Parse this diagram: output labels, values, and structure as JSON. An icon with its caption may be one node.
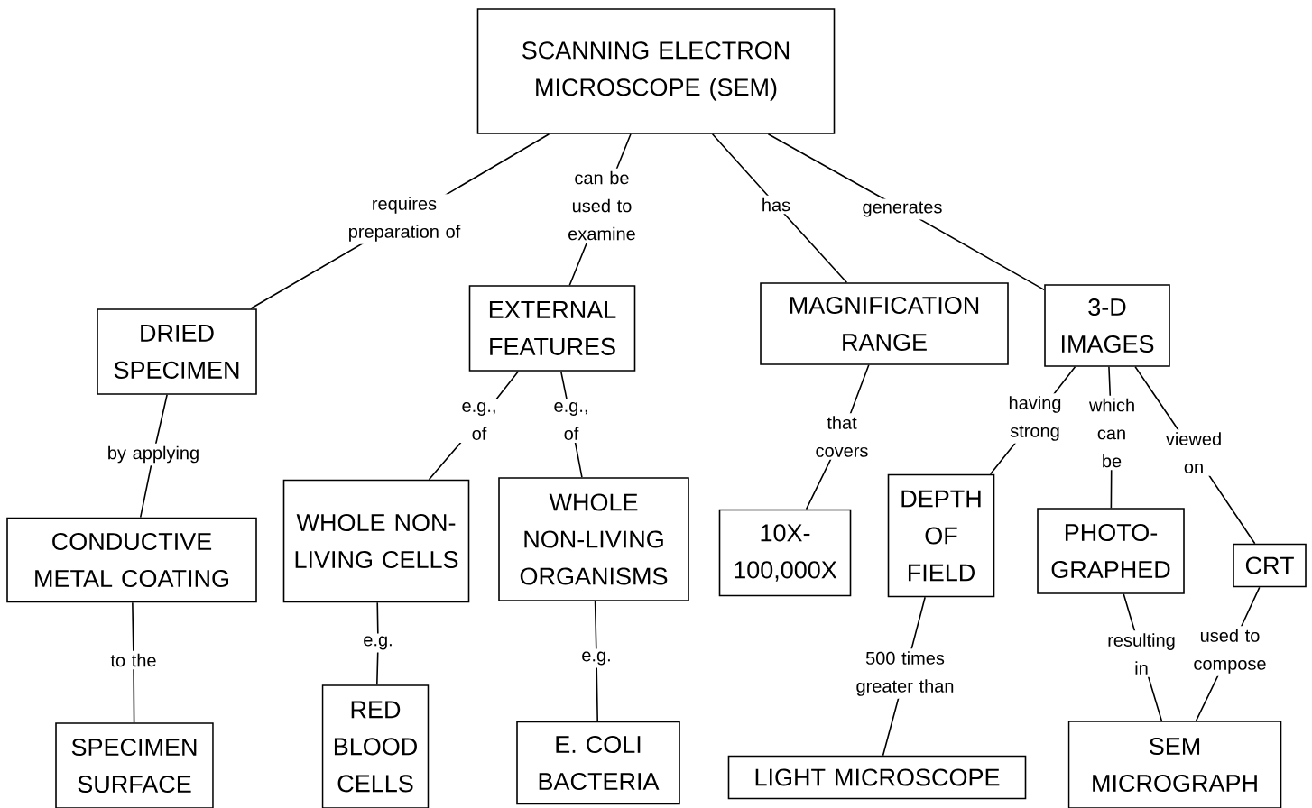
{
  "diagram": {
    "nodes": [
      {
        "text": [
          "SCANNING ELECTRON MICROSCOPE (SEM)"
        ]
      },
      {
        "text": [
          "DRIED SPECIMEN"
        ]
      },
      {
        "text": [
          "EXTERNAL FEATURES"
        ]
      },
      {
        "text": [
          "MAGNIFICATION RANGE"
        ]
      },
      {
        "text": [
          "3-D IMAGES"
        ]
      },
      {
        "text": [
          "CONDUCTIVE METAL COATING"
        ]
      },
      {
        "text": [
          "WHOLE NON-LIVING CELLS"
        ]
      },
      {
        "text": [
          "WHOLE NON-LIVING ORGANISMS"
        ]
      },
      {
        "text": [
          "10X-100,000X"
        ]
      },
      {
        "text": [
          "DEPTH OF FIELD"
        ]
      },
      {
        "text": [
          "PHOTO-GRAPHED"
        ]
      },
      {
        "text": [
          "CRT"
        ]
      },
      {
        "text": [
          "SPECIMEN SURFACE"
        ]
      },
      {
        "text": [
          "RED BLOOD CELLS"
        ]
      },
      {
        "text": [
          "E. COLI BACTERIA"
        ]
      },
      {
        "text": [
          "LIGHT MICROSCOPE"
        ]
      },
      {
        "text": [
          "SEM MICROGRAPH"
        ]
      }
    ],
    "edges": [
      {
        "from": 0,
        "to": 1,
        "arrow": "none",
        "label": "requires preparation of"
      },
      {
        "from": 0,
        "to": 2,
        "arrow": "none",
        "label": "can be used to examine"
      },
      {
        "from": 0,
        "to": 3,
        "arrow": "none",
        "label": "has"
      },
      {
        "from": 0,
        "to": 4,
        "arrow": "none",
        "label": "generates"
      },
      {
        "from": 1,
        "to": 5,
        "arrow": "none",
        "label": "by applying"
      },
      {
        "from": 2,
        "to": 6,
        "arrow": "none",
        "label": "e.g., of"
      },
      {
        "from": 2,
        "to": 7,
        "arrow": "none",
        "label": "e.g., of"
      },
      {
        "from": 3,
        "to": 8,
        "arrow": "none",
        "label": "that covers"
      },
      {
        "from": 4,
        "to": 9,
        "arrow": "none",
        "label": "having strong"
      },
      {
        "from": 4,
        "to": 10,
        "arrow": "none",
        "label": "which can be"
      },
      {
        "from": 4,
        "to": 11,
        "arrow": "none",
        "label": "viewed on"
      },
      {
        "from": 5,
        "to": 12,
        "arrow": "none",
        "label": "to the"
      },
      {
        "from": 6,
        "to": 13,
        "arrow": "none",
        "label": "e.g."
      },
      {
        "from": 7,
        "to": 14,
        "arrow": "none",
        "label": "e.g."
      },
      {
        "from": 9,
        "to": 15,
        "arrow": "none",
        "label": "500 times greater than"
      },
      {
        "from": 10,
        "to": 16,
        "arrow": "none",
        "label": "resulting in"
      },
      {
        "from": 11,
        "to": 16,
        "arrow": "none",
        "label": "used to compose"
      }
    ]
  }
}
